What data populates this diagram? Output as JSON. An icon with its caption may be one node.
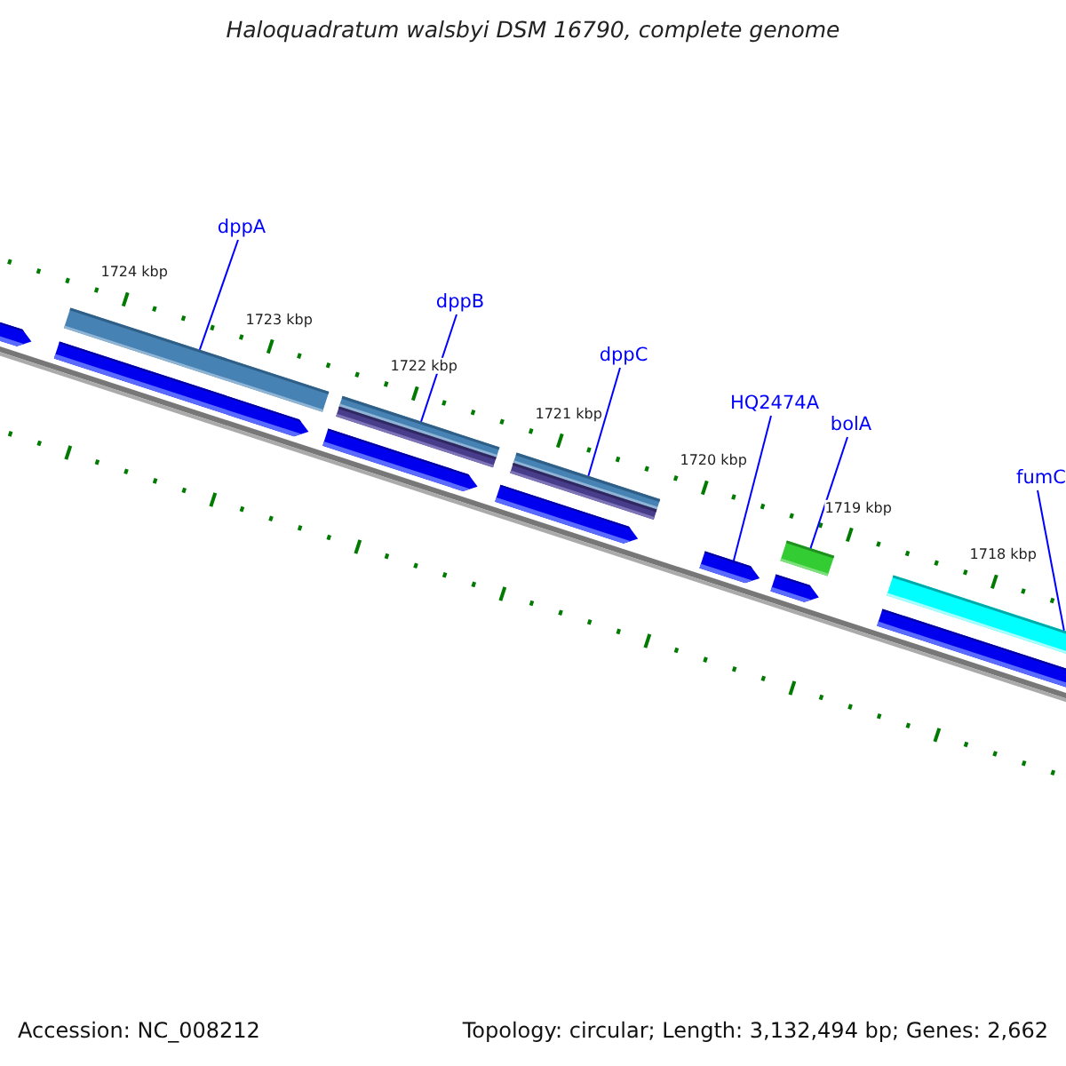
{
  "diagram": {
    "title": "Haloquadratum walsbyi DSM 16790, complete genome",
    "nodes": [
      {
        "text": [
          "dppA"
        ]
      },
      {
        "text": [],
        "shape": "bar"
      },
      {
        "text": [
          "dppB"
        ]
      },
      {
        "text": [],
        "shape": "bar"
      },
      {
        "text": [
          "dppC"
        ]
      },
      {
        "text": [],
        "shape": "bar"
      },
      {
        "text": [
          "HQ2474A"
        ]
      },
      {
        "text": [],
        "shape": "arrow"
      },
      {
        "text": [
          "bolA"
        ]
      },
      {
        "text": [],
        "shape": "bar"
      },
      {
        "text": [
          "fumC"
        ]
      },
      {
        "text": [],
        "shape": "bar"
      }
    ],
    "edges": [
      {
        "from": 0,
        "to": 1,
        "arrow": "none"
      },
      {
        "from": 2,
        "to": 3,
        "arrow": "none"
      },
      {
        "from": 4,
        "to": 5,
        "arrow": "none"
      },
      {
        "from": 6,
        "to": 7,
        "arrow": "none"
      },
      {
        "from": 8,
        "to": 9,
        "arrow": "none"
      },
      {
        "from": 10,
        "to": 11,
        "arrow": "none"
      }
    ],
    "labels": [
      "1724 kbp",
      "1723 kbp",
      "1722 kbp",
      "1721 kbp",
      "1720 kbp",
      "1719 kbp",
      "1718 kbp",
      "Accession: NC_008212",
      "Topology: circular; Length: 3,132,494 bp; Genes: 2,662"
    ]
  }
}
